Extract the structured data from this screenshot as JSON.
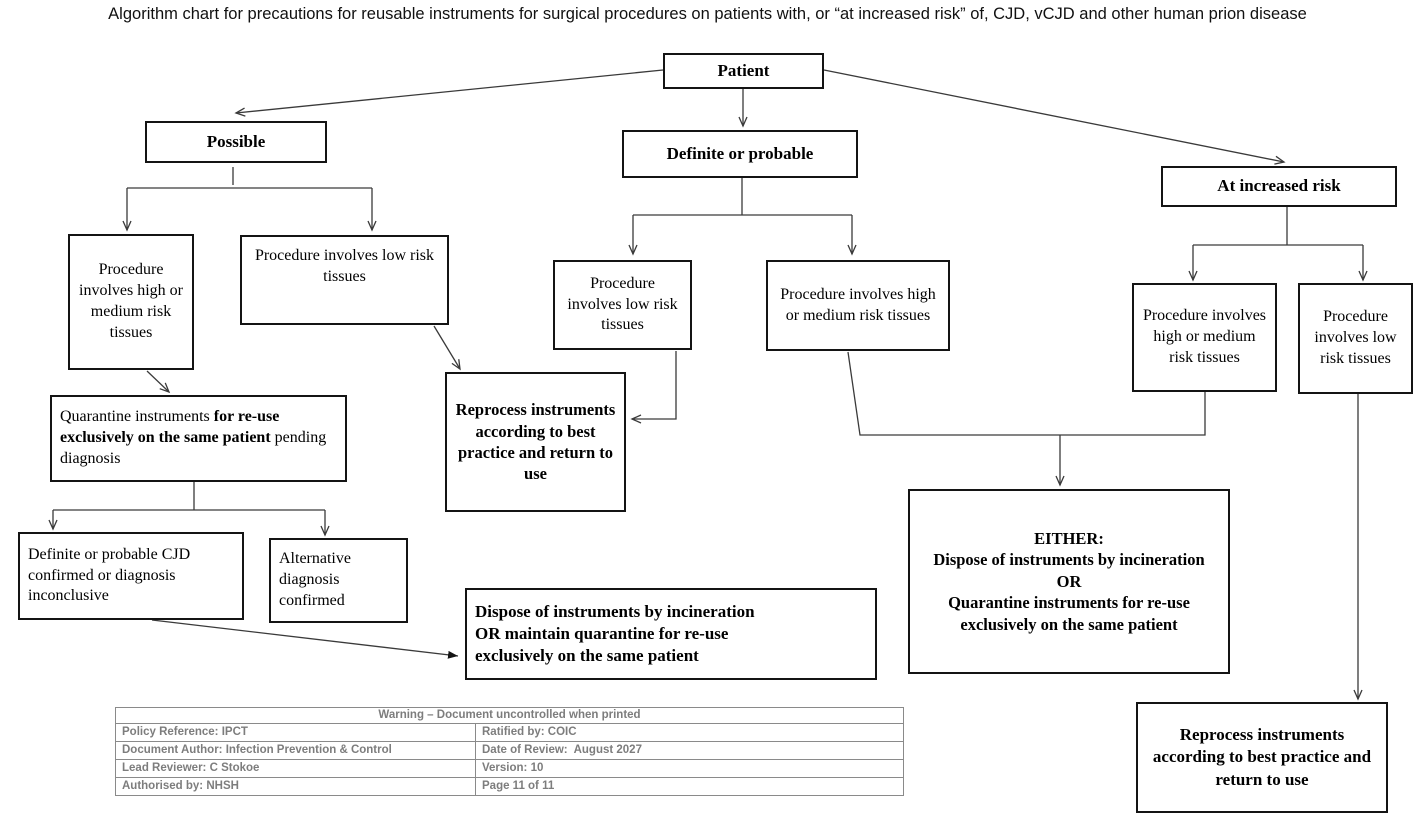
{
  "title": "Algorithm chart for precautions for reusable instruments for surgical procedures on patients with, or “at increased risk” of, CJD, vCJD and other human prion disease",
  "nodes": {
    "patient": "Patient",
    "possible": "Possible",
    "definite_probable": "Definite or probable",
    "at_increased_risk": "At increased risk",
    "possible_high_medium": "Procedure involves high or medium risk tissues",
    "possible_low": "Procedure involves low risk tissues",
    "quarantine": {
      "pre": "Quarantine instruments ",
      "bold": "for re-use exclusively on the same patient",
      "post": " pending diagnosis"
    },
    "cjd_confirmed": "Definite or probable CJD confirmed or diagnosis inconclusive",
    "alt_diagnosis": "Alternative diagnosis confirmed",
    "dispose_or_maintain": "Dispose of instruments by incineration\nOR maintain quarantine for re-use\nexclusively on the same patient",
    "definite_low": "Procedure involves low risk tissues",
    "definite_high_medium": "Procedure involves high or medium risk tissues",
    "reprocess_mid": "Reprocess instruments according to best practice and return to use",
    "either": "EITHER:\nDispose of instruments by incineration\nOR\nQuarantine instruments for re-use exclusively on the same patient",
    "risk_high_medium": "Procedure involves high or medium risk tissues",
    "risk_low": "Procedure involves low risk tissues",
    "reprocess_right": "Reprocess instruments according to best practice and return to use"
  },
  "footer": {
    "warning": "Warning – Document uncontrolled when printed",
    "rows": [
      {
        "left": "Policy Reference: IPCT",
        "right": "Ratified by: COIC"
      },
      {
        "left": "Document Author: Infection Prevention & Control",
        "right": "Date of Review:  August 2027"
      },
      {
        "left": "Lead Reviewer: C Stokoe",
        "right": "Version: 10"
      },
      {
        "left": "Authorised by: NHSH",
        "right": "Page 11 of 11"
      }
    ]
  },
  "colors": {
    "line": "#3a3a3a",
    "box_border": "#141414",
    "footer_gray": "#7d7d7d"
  }
}
